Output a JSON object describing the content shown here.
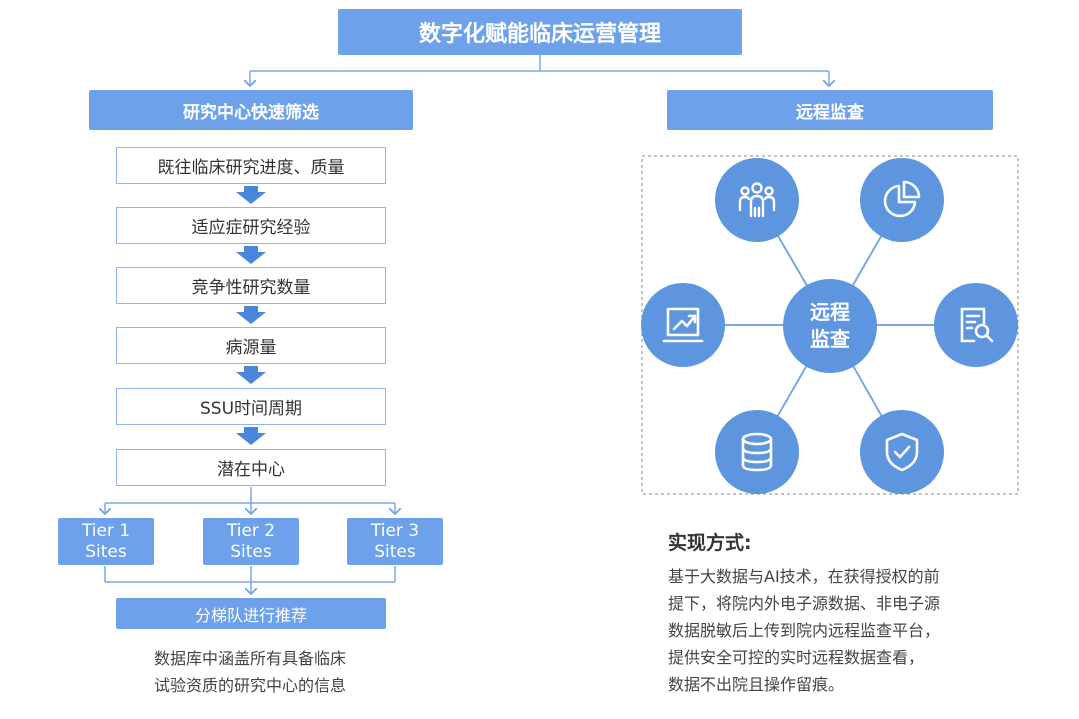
{
  "title": "数字化赋能临床运营管理",
  "left": {
    "header": "研究中心快速筛选",
    "steps": [
      "既往临床研究进度、质量",
      "适应症研究经验",
      "竞争性研究数量",
      "病源量",
      "SSU时间周期",
      "潜在中心"
    ],
    "tiers": [
      {
        "line1": "Tier 1",
        "line2": "Sites"
      },
      {
        "line1": "Tier 2",
        "line2": "Sites"
      },
      {
        "line1": "Tier 3",
        "line2": "Sites"
      }
    ],
    "recommend": "分梯队进行推荐",
    "note_line1": "数据库中涵盖所有具备临床",
    "note_line2": "试验资质的研究中心的信息"
  },
  "right": {
    "header": "远程监查",
    "hub_line1": "远程",
    "hub_line2": "监查",
    "icons": [
      "users-icon",
      "pie-chart-icon",
      "trend-chart-icon",
      "document-search-icon",
      "database-icon",
      "shield-check-icon"
    ],
    "method_title": "实现方式:",
    "method_lines": [
      "基于大数据与AI技术，在获得授权的前",
      "提下，将院内外电子源数据、非电子源",
      "数据脱敏后上传到院内远程监查平台，",
      "提供安全可控的实时远程数据查看，",
      "数据不出院且操作留痕。"
    ]
  },
  "colors": {
    "accent": "#6da2ea",
    "circle": "#5d95de",
    "arrow": "#4a86dc",
    "connector": "#7aa8e6"
  }
}
